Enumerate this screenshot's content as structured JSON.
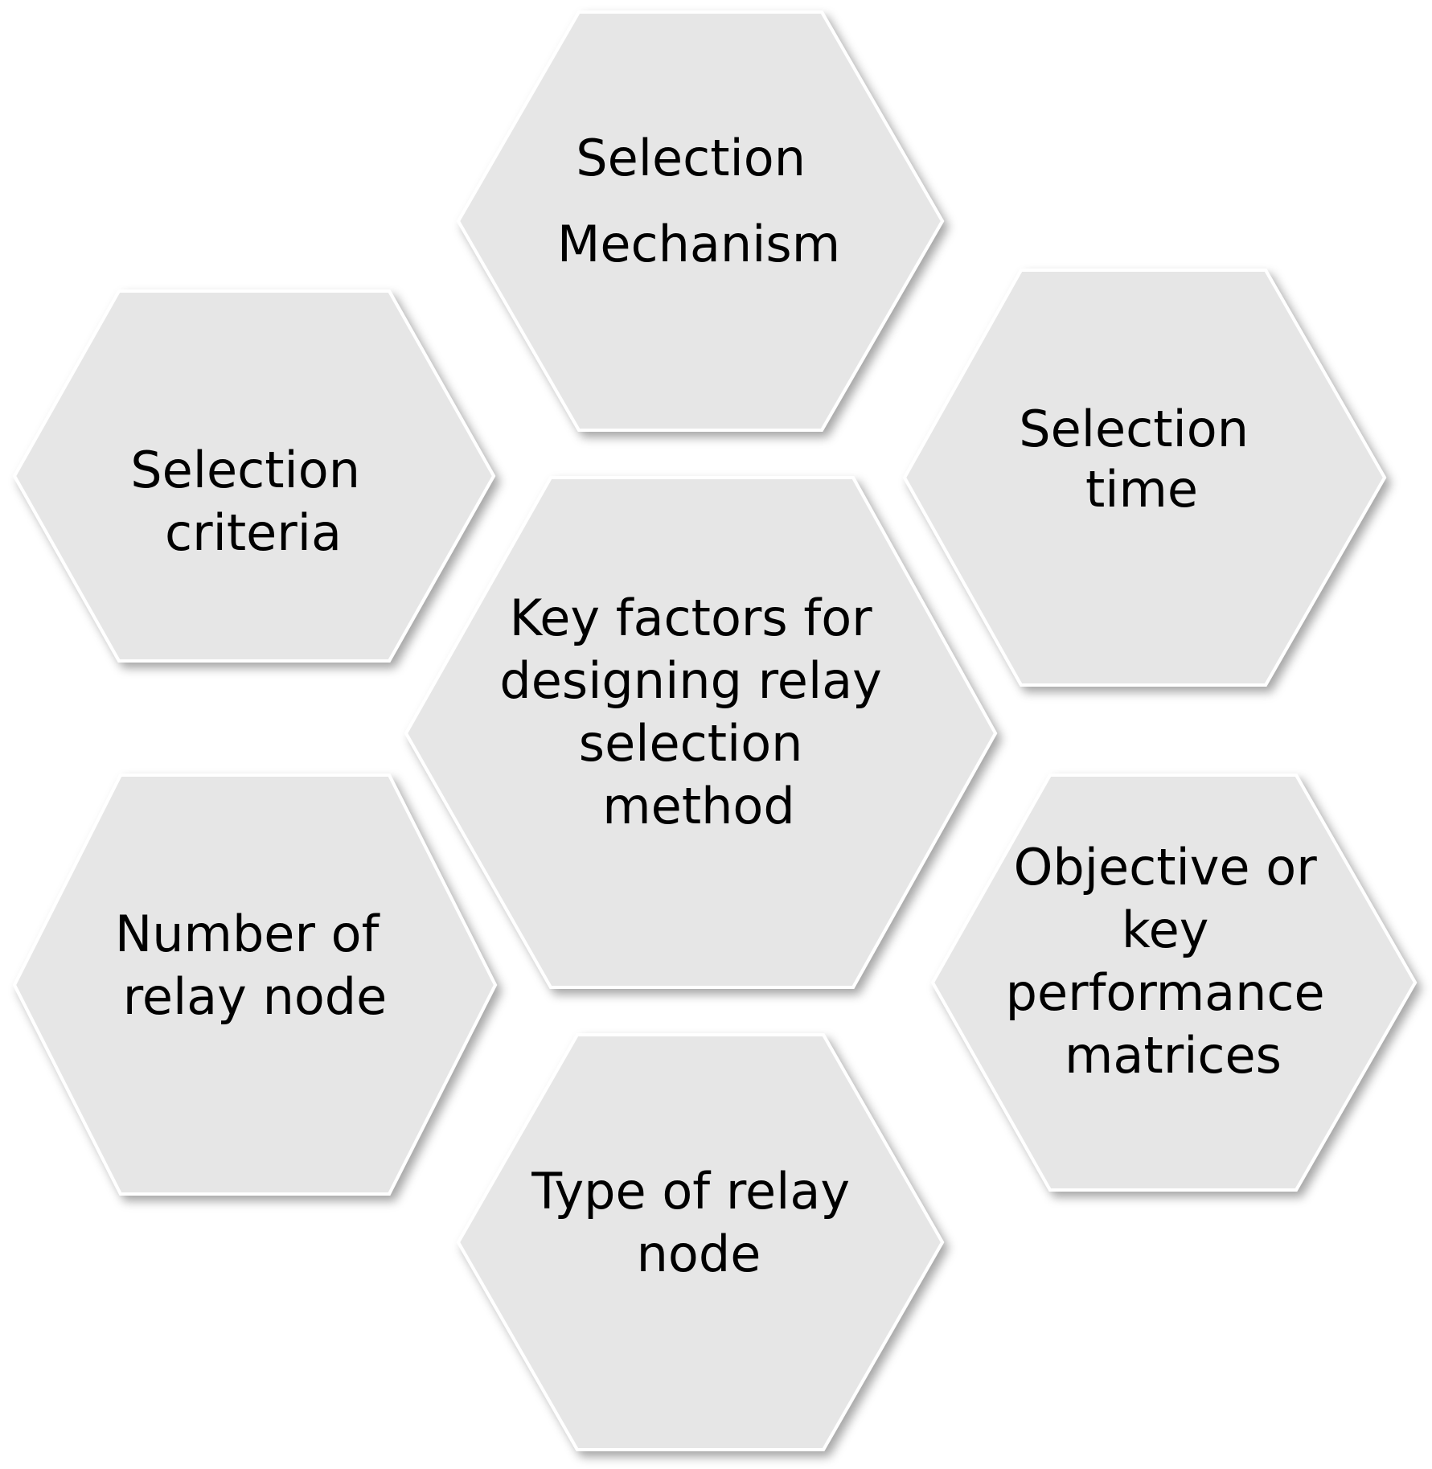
{
  "diagram": {
    "center": {
      "lines": [
        "Key factors for",
        "designing relay",
        "selection",
        "method"
      ]
    },
    "top": {
      "lines": [
        "Selection",
        "Mechanism"
      ]
    },
    "upper_left": {
      "lines": [
        "Selection",
        "criteria"
      ]
    },
    "upper_right": {
      "lines": [
        "Selection",
        "time"
      ]
    },
    "lower_left": {
      "lines": [
        "Number of",
        "relay node"
      ]
    },
    "lower_right": {
      "lines": [
        "Objective or",
        "key",
        "performance",
        "matrices"
      ]
    },
    "bottom": {
      "lines": [
        "Type of relay",
        "node"
      ]
    }
  },
  "colors": {
    "hex_fill": "#e6e6e6",
    "hex_stroke": "#ffffff",
    "text": "#000000",
    "background": "#ffffff"
  }
}
